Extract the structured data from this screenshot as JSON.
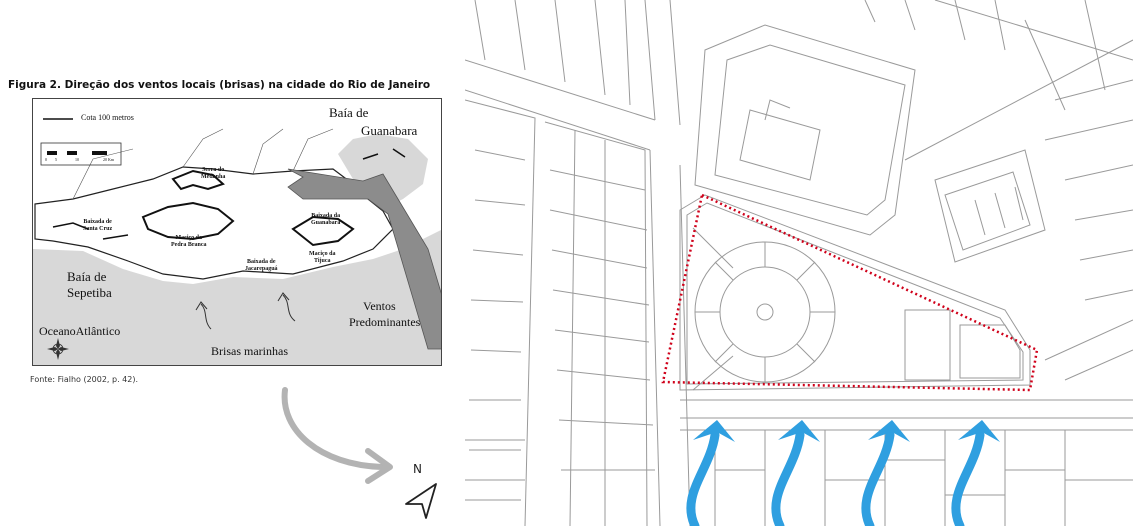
{
  "figure": {
    "title": "Figura 2. Direção dos ventos locais (brisas) na cidade do Rio de Janeiro",
    "source": "Fonte: Fialho (2002, p. 42)."
  },
  "inset_map": {
    "legend_label": "Cota 100 metros",
    "scale_ticks": [
      "0",
      "5",
      "10",
      "20 Km"
    ],
    "labels": {
      "baia_guanabara_1": "Baía de",
      "baia_guanabara_2": "Guanabara",
      "baia_sepetiba_1": "Baía de",
      "baia_sepetiba_2": "Sepetiba",
      "oceano": "OceanoAtlântico",
      "brisas": "Brisas marinhas",
      "ventos_1": "Ventos",
      "ventos_2": "Predominantes",
      "serra_1": "Serra do",
      "serra_2": "Medanha",
      "santa_cruz_1": "Baixada de",
      "santa_cruz_2": "Santa Cruz",
      "pedra_branca_1": "Maciço da",
      "pedra_branca_2": "Pedra Branca",
      "jacarepagua_1": "Baixada de",
      "jacarepagua_2": "Jacarepaguá",
      "guanabara_baixada_1": "Baixada da",
      "guanabara_baixada_2": "Guanabara",
      "tijuca_1": "Maciço da",
      "tijuca_2": "Tijuca"
    }
  },
  "north_label": "N",
  "colors": {
    "wind_arrow": "#2f9fe0",
    "site_boundary": "#d0021b",
    "plan_lines": "#9a9a9a",
    "curved_arrow": "#b3b3b3",
    "sea_fill": "#d8d8d8",
    "prevailing_wind": "#8c8c8c"
  },
  "icons": [
    "north-arrow-icon",
    "wind-arrow-icon",
    "curved-arrow-icon",
    "compass-rose-icon"
  ]
}
